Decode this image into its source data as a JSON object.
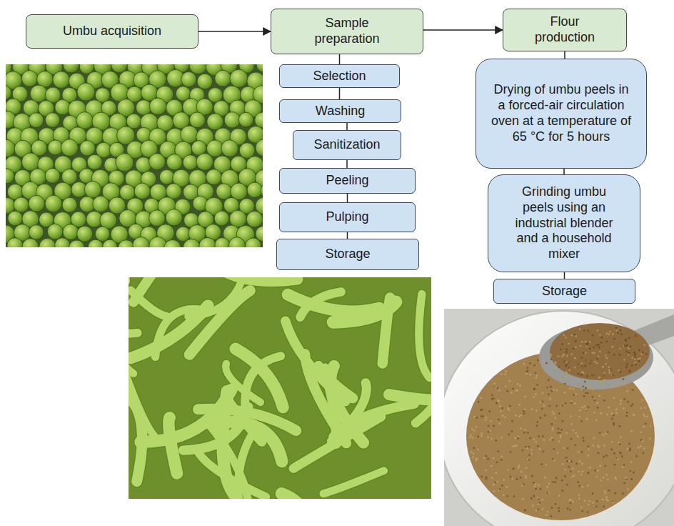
{
  "diagram": {
    "nodes": [
      {
        "text": [
          "Umbu acquisition"
        ]
      },
      {
        "text": [
          "Sample preparation"
        ]
      },
      {
        "text": [
          "Selection"
        ]
      },
      {
        "text": [
          "Washing"
        ]
      },
      {
        "text": [
          "Sanitization"
        ]
      },
      {
        "text": [
          "Peeling"
        ]
      },
      {
        "text": [
          "Pulping"
        ]
      },
      {
        "text": [
          "Storage"
        ]
      },
      {
        "text": [
          "Flour production"
        ]
      },
      {
        "text": [
          "Drying of umbu peels in a forced-air circulation oven at a temperature of 65 °C for 5 hours"
        ]
      },
      {
        "text": [
          "Grinding umbu peels using an industrial blender and a household mixer"
        ]
      },
      {
        "text": [
          "Storage"
        ]
      }
    ],
    "edges": [
      {
        "from": 0,
        "to": 1,
        "arrow": "to"
      },
      {
        "from": 1,
        "to": 8,
        "arrow": "to"
      },
      {
        "from": 1,
        "to": 2,
        "arrow": "none"
      },
      {
        "from": 2,
        "to": 3,
        "arrow": "none"
      },
      {
        "from": 3,
        "to": 4,
        "arrow": "none"
      },
      {
        "from": 4,
        "to": 5,
        "arrow": "none"
      },
      {
        "from": 5,
        "to": 6,
        "arrow": "none"
      },
      {
        "from": 6,
        "to": 7,
        "arrow": "none"
      },
      {
        "from": 8,
        "to": 9,
        "arrow": "none"
      },
      {
        "from": 9,
        "to": 10,
        "arrow": "none"
      },
      {
        "from": 10,
        "to": 11,
        "arrow": "none"
      }
    ]
  }
}
